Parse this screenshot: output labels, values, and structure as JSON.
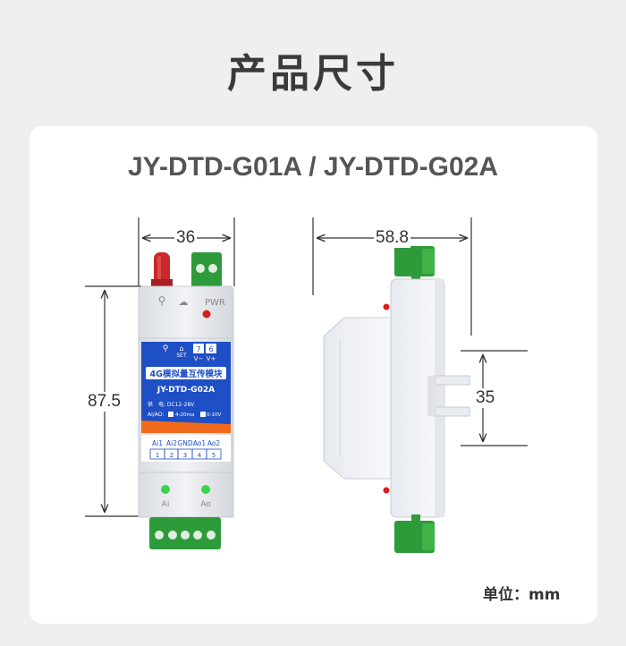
{
  "page_title": "产品尺寸",
  "model_title": "JY-DTD-G01A / JY-DTD-G02A",
  "dimensions": {
    "width": "36",
    "height": "87.5",
    "depth": "58.8",
    "rail": "35"
  },
  "unit": "单位：mm",
  "device": {
    "pwr_label": "PWR",
    "set_label": "SET",
    "top_terminals": [
      "7",
      "6"
    ],
    "top_terminal_labels": [
      "V−",
      "V+"
    ],
    "product_name": "4G模拟量互传模块",
    "model": "JY-DTD-G02A",
    "power_spec": "供　电: DC12-28V",
    "aiao_label": "Ai/AO:",
    "option_a": "4-20ma",
    "option_b": "0-10V",
    "bottom_terminal_names": [
      "Ai1",
      "Ai2",
      "GND",
      "Ao1",
      "Ao2"
    ],
    "bottom_terminal_numbers": [
      "1",
      "2",
      "3",
      "4",
      "5"
    ],
    "led_labels": [
      "Ai",
      "Ao"
    ]
  },
  "colors": {
    "background": "#efefef",
    "card": "#ffffff",
    "panel_blue": "#1f4fc4",
    "panel_orange": "#f26a1b",
    "terminal_green": "#2e9b3a",
    "antenna_red": "#c9282b",
    "led_red": "#d91e1e",
    "led_green": "#3ad34a"
  }
}
